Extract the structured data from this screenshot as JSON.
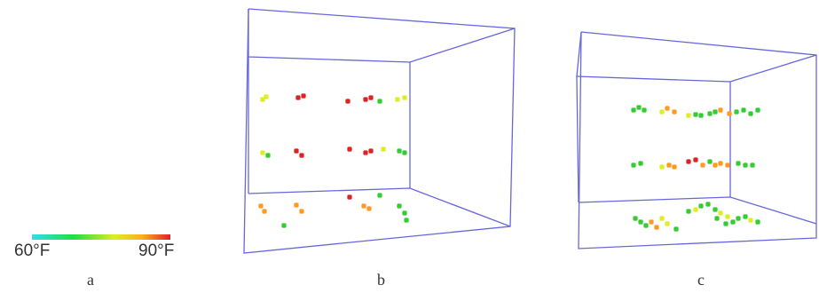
{
  "legend": {
    "min_label": "60°F",
    "max_label": "90°F",
    "gradient_colors": [
      "#33ddee",
      "#22dd44",
      "#ddee22",
      "#ffaa22",
      "#dd2222"
    ]
  },
  "panels": [
    {
      "id": "a",
      "label": "a"
    },
    {
      "id": "b",
      "label": "b"
    },
    {
      "id": "c",
      "label": "c"
    }
  ],
  "colors": {
    "box_edge": "#6666dd",
    "red": "#dd2222",
    "orange": "#ff9922",
    "yellow": "#ddee22",
    "green": "#33cc33"
  }
}
